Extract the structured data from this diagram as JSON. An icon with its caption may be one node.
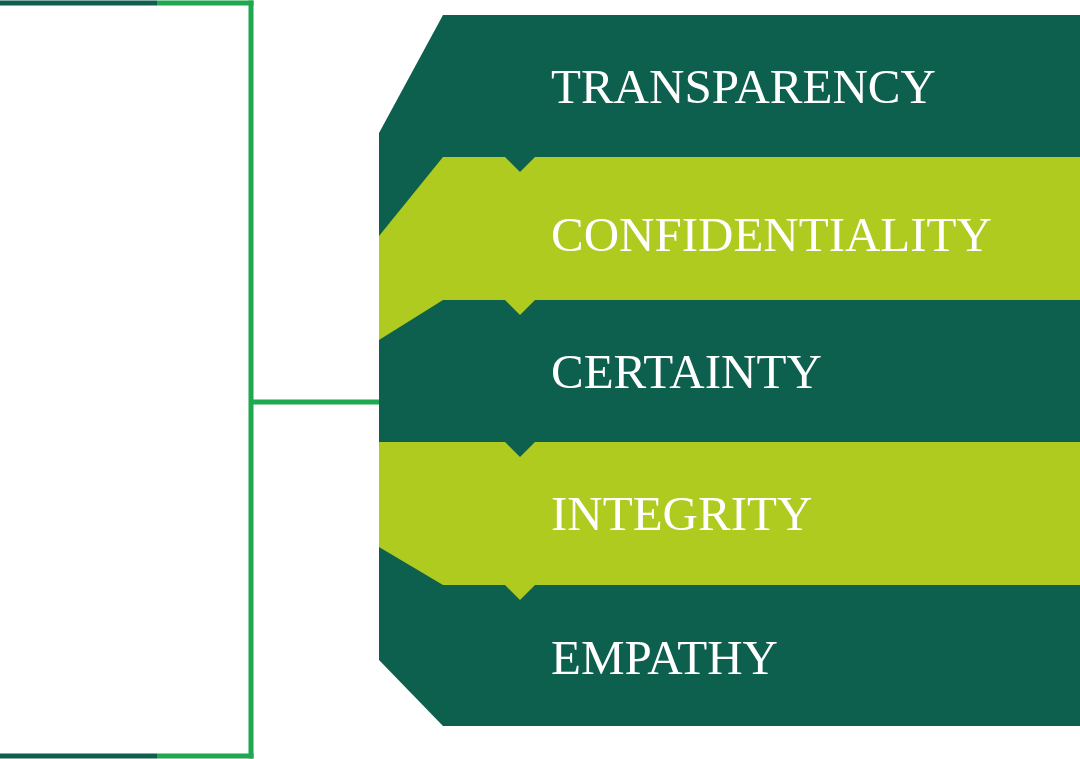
{
  "diagram": {
    "nodes": [
      {
        "text": [
          "TRANSPARENCY"
        ]
      },
      {
        "text": [
          "CONFIDENTIALITY"
        ]
      },
      {
        "text": [
          "CERTAINTY"
        ]
      },
      {
        "text": [
          "INTEGRITY"
        ]
      },
      {
        "text": [
          "EMPATHY"
        ]
      }
    ]
  }
}
